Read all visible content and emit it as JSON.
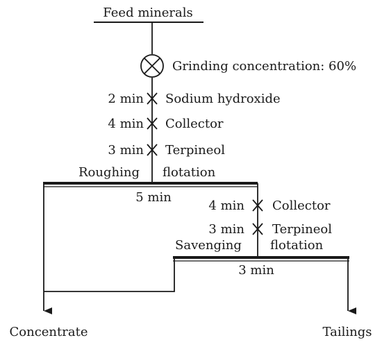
{
  "feed": {
    "label": "Feed minerals"
  },
  "grinding": {
    "label": "Grinding concentration: 60%"
  },
  "roughing_reagents": [
    {
      "time": "2 min",
      "reagent": "Sodium hydroxide"
    },
    {
      "time": "4 min",
      "reagent": "Collector"
    },
    {
      "time": "3 min",
      "reagent": "Terpineol"
    }
  ],
  "roughing": {
    "label_left": "Roughing",
    "label_right": "flotation",
    "time": "5 min"
  },
  "scavenging_reagents": [
    {
      "time": "4 min",
      "reagent": "Collector"
    },
    {
      "time": "3 min",
      "reagent": "Terpineol"
    }
  ],
  "scavenging": {
    "label_left": "Savenging",
    "label_right": "flotation",
    "time": "3 min"
  },
  "outputs": {
    "concentrate": "Concentrate",
    "tailings": "Tailings"
  },
  "colors": {
    "line": "#1a1a1a",
    "text": "#1a1a1a"
  }
}
